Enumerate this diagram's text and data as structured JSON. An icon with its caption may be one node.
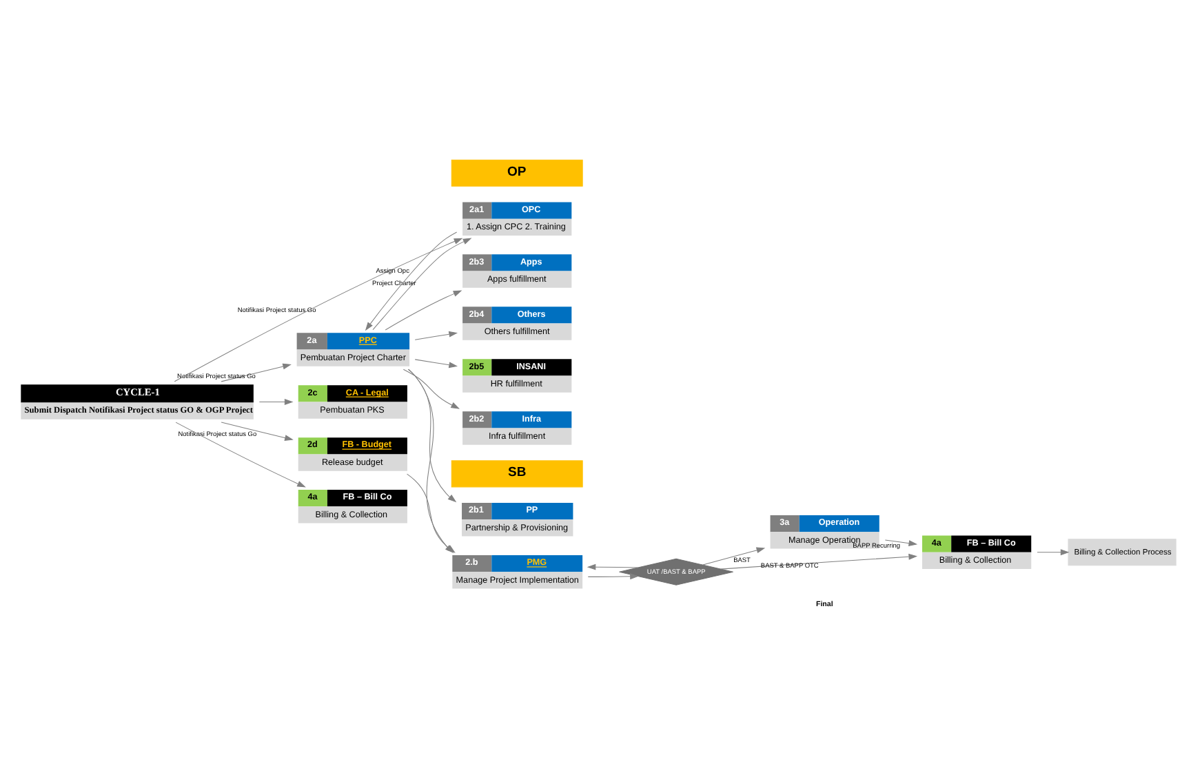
{
  "diagram": {
    "nodes": [
      {
        "text": [
          "SB"
        ]
      },
      {
        "text": [
          "OP"
        ]
      },
      {
        "text": [
          "CYCLE-1",
          "Submit Dispatch Notifikasi Project status GO & OGP Project"
        ]
      },
      {
        "text": [
          "2a",
          "PPC",
          "Pembuatan Project Charter"
        ]
      },
      {
        "text": [
          "2a1",
          "OPC",
          "1. Assign CPC 2. Training"
        ]
      },
      {
        "text": [
          "2b1",
          "PP",
          "Partnership & Provisioning"
        ]
      },
      {
        "text": [
          "2c",
          "CA - Legal",
          "Pembuatan PKS"
        ]
      },
      {
        "text": [
          "2b2",
          "Infra",
          "Infra fulfillment"
        ]
      },
      {
        "text": [
          "3a",
          "Operation",
          "Manage Operation"
        ]
      },
      {
        "text": [
          "2d",
          "FB - Budget",
          "Release budget"
        ]
      },
      {
        "text": [
          "2.b",
          "PMG",
          "Manage Project Implementation"
        ]
      },
      {
        "text": [
          "2b3",
          "Apps",
          "Apps fulfillment"
        ]
      },
      {
        "text": [
          "2b4",
          "Others",
          "Others fulfillment"
        ]
      },
      {
        "text": [
          "4a",
          "FB – Bill Co",
          "Billing & Collection"
        ]
      },
      {
        "text": [
          "UAT /BAST & BAPP"
        ]
      },
      {
        "text": [
          "2b5",
          "INSANI",
          "HR fulfillment"
        ]
      },
      {
        "text": [
          "4a",
          "FB – Bill Co",
          "Billing & Collection"
        ]
      },
      {
        "text": [
          "Billing & Collection Process"
        ]
      }
    ],
    "edges": [
      {
        "from": 2,
        "to": 4,
        "arrow": "to",
        "label": "Notifikasi Project status Go"
      },
      {
        "from": 3,
        "to": 4,
        "arrow": "to",
        "label": "Project Charter"
      },
      {
        "from": 4,
        "to": 3,
        "arrow": "to",
        "label": "Assign Opc"
      },
      {
        "from": 2,
        "to": 3,
        "arrow": "to",
        "label": "Notifikasi Project status Go"
      },
      {
        "from": 2,
        "to": 6,
        "arrow": "to"
      },
      {
        "from": 2,
        "to": 9,
        "arrow": "to",
        "label": "Notifikasi Project status Go"
      },
      {
        "from": 2,
        "to": 13,
        "arrow": "to"
      },
      {
        "from": 3,
        "to": 10,
        "arrow": "to"
      },
      {
        "from": 3,
        "to": 5,
        "arrow": "to"
      },
      {
        "from": 3,
        "to": 7,
        "arrow": "to"
      },
      {
        "from": 3,
        "to": 11,
        "arrow": "to"
      },
      {
        "from": 3,
        "to": 12,
        "arrow": "to"
      },
      {
        "from": 3,
        "to": 15,
        "arrow": "to"
      },
      {
        "from": 9,
        "to": 10,
        "arrow": "to"
      },
      {
        "from": 10,
        "to": 14,
        "arrow": "to"
      },
      {
        "from": 14,
        "to": 10,
        "arrow": "to"
      },
      {
        "from": 14,
        "to": 8,
        "arrow": "to",
        "label": "BAST"
      },
      {
        "from": 14,
        "to": 16,
        "arrow": "to",
        "label": "BAST & BAPP OTC"
      },
      {
        "from": 8,
        "to": 16,
        "arrow": "to",
        "label": "BAPP Recurring"
      },
      {
        "from": 16,
        "to": 17,
        "arrow": "to"
      }
    ],
    "labels": [
      "Final"
    ]
  }
}
